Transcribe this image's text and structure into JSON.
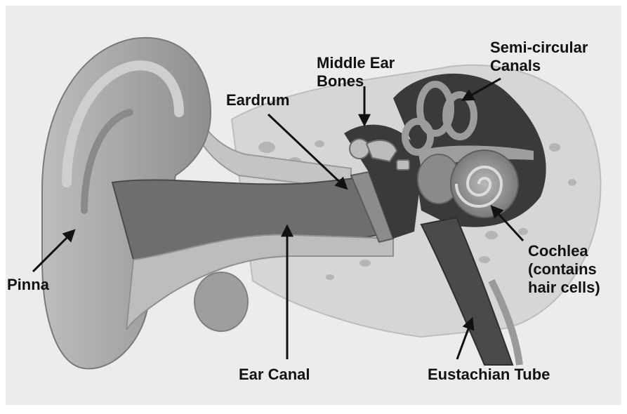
{
  "labels": {
    "middle_ear_bones_1": "Middle Ear",
    "middle_ear_bones_2": "Bones",
    "semicircular_1": "Semi-circular",
    "semicircular_2": "Canals",
    "eardrum": "Eardrum",
    "pinna": "Pinna",
    "cochlea_1": "Cochlea",
    "cochlea_2": "(contains",
    "cochlea_3": "hair cells)",
    "ear_canal": "Ear Canal",
    "eustachian_tube": "Eustachian Tube"
  },
  "colors": {
    "frame": "#ececec",
    "bone": "#d6d6d6",
    "tissue": "#a9a9a9",
    "canal": "#6e6e6e",
    "dark": "#3a3a3a",
    "arrow": "#111111"
  }
}
